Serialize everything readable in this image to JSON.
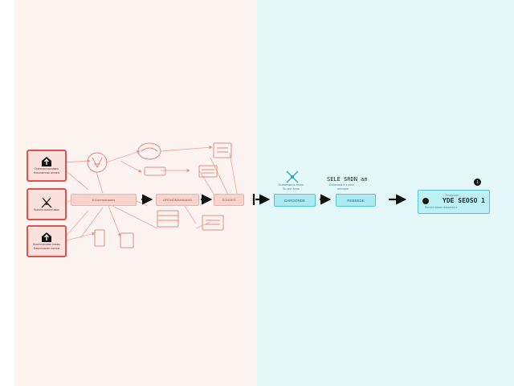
{
  "source_nodes": [
    {
      "line1": "Dummanmannaans",
      "line2": "Hosunamnan annans"
    },
    {
      "line1": "",
      "line2": "Bonunn ausiant aasn"
    },
    {
      "line1": "Bonmmannass mnnsv",
      "line2": "Dasemnanee nannns"
    }
  ],
  "pink_nodes": {
    "aggregate": "6 Dorersdnaans",
    "transform": "ORDNDMANNIANS",
    "output": "SOUDES"
  },
  "cyan_nodes": {
    "mid_caption_1": "Dunannss cn esrnn",
    "mid_caption_2": "Su one Anna",
    "mid_label": "CAROONDE",
    "right_header": "SELE SRDN an",
    "right_caption_1": "Dunenasa a s nnsc",
    "right_caption_2": "annnann",
    "right_label": "REEEEDE"
  },
  "output_card": {
    "badge": "1",
    "subtitle": "Unannaan",
    "title": "YDE SEOSO 1",
    "footer": "Bonnnn ssaan dnaansca a"
  },
  "colors": {
    "left_panel": "#fdf3f1",
    "right_panel": "#e4f8fa",
    "source_border": "#d9534f",
    "cyan_border": "#55c3d3",
    "arrow": "#111111"
  }
}
